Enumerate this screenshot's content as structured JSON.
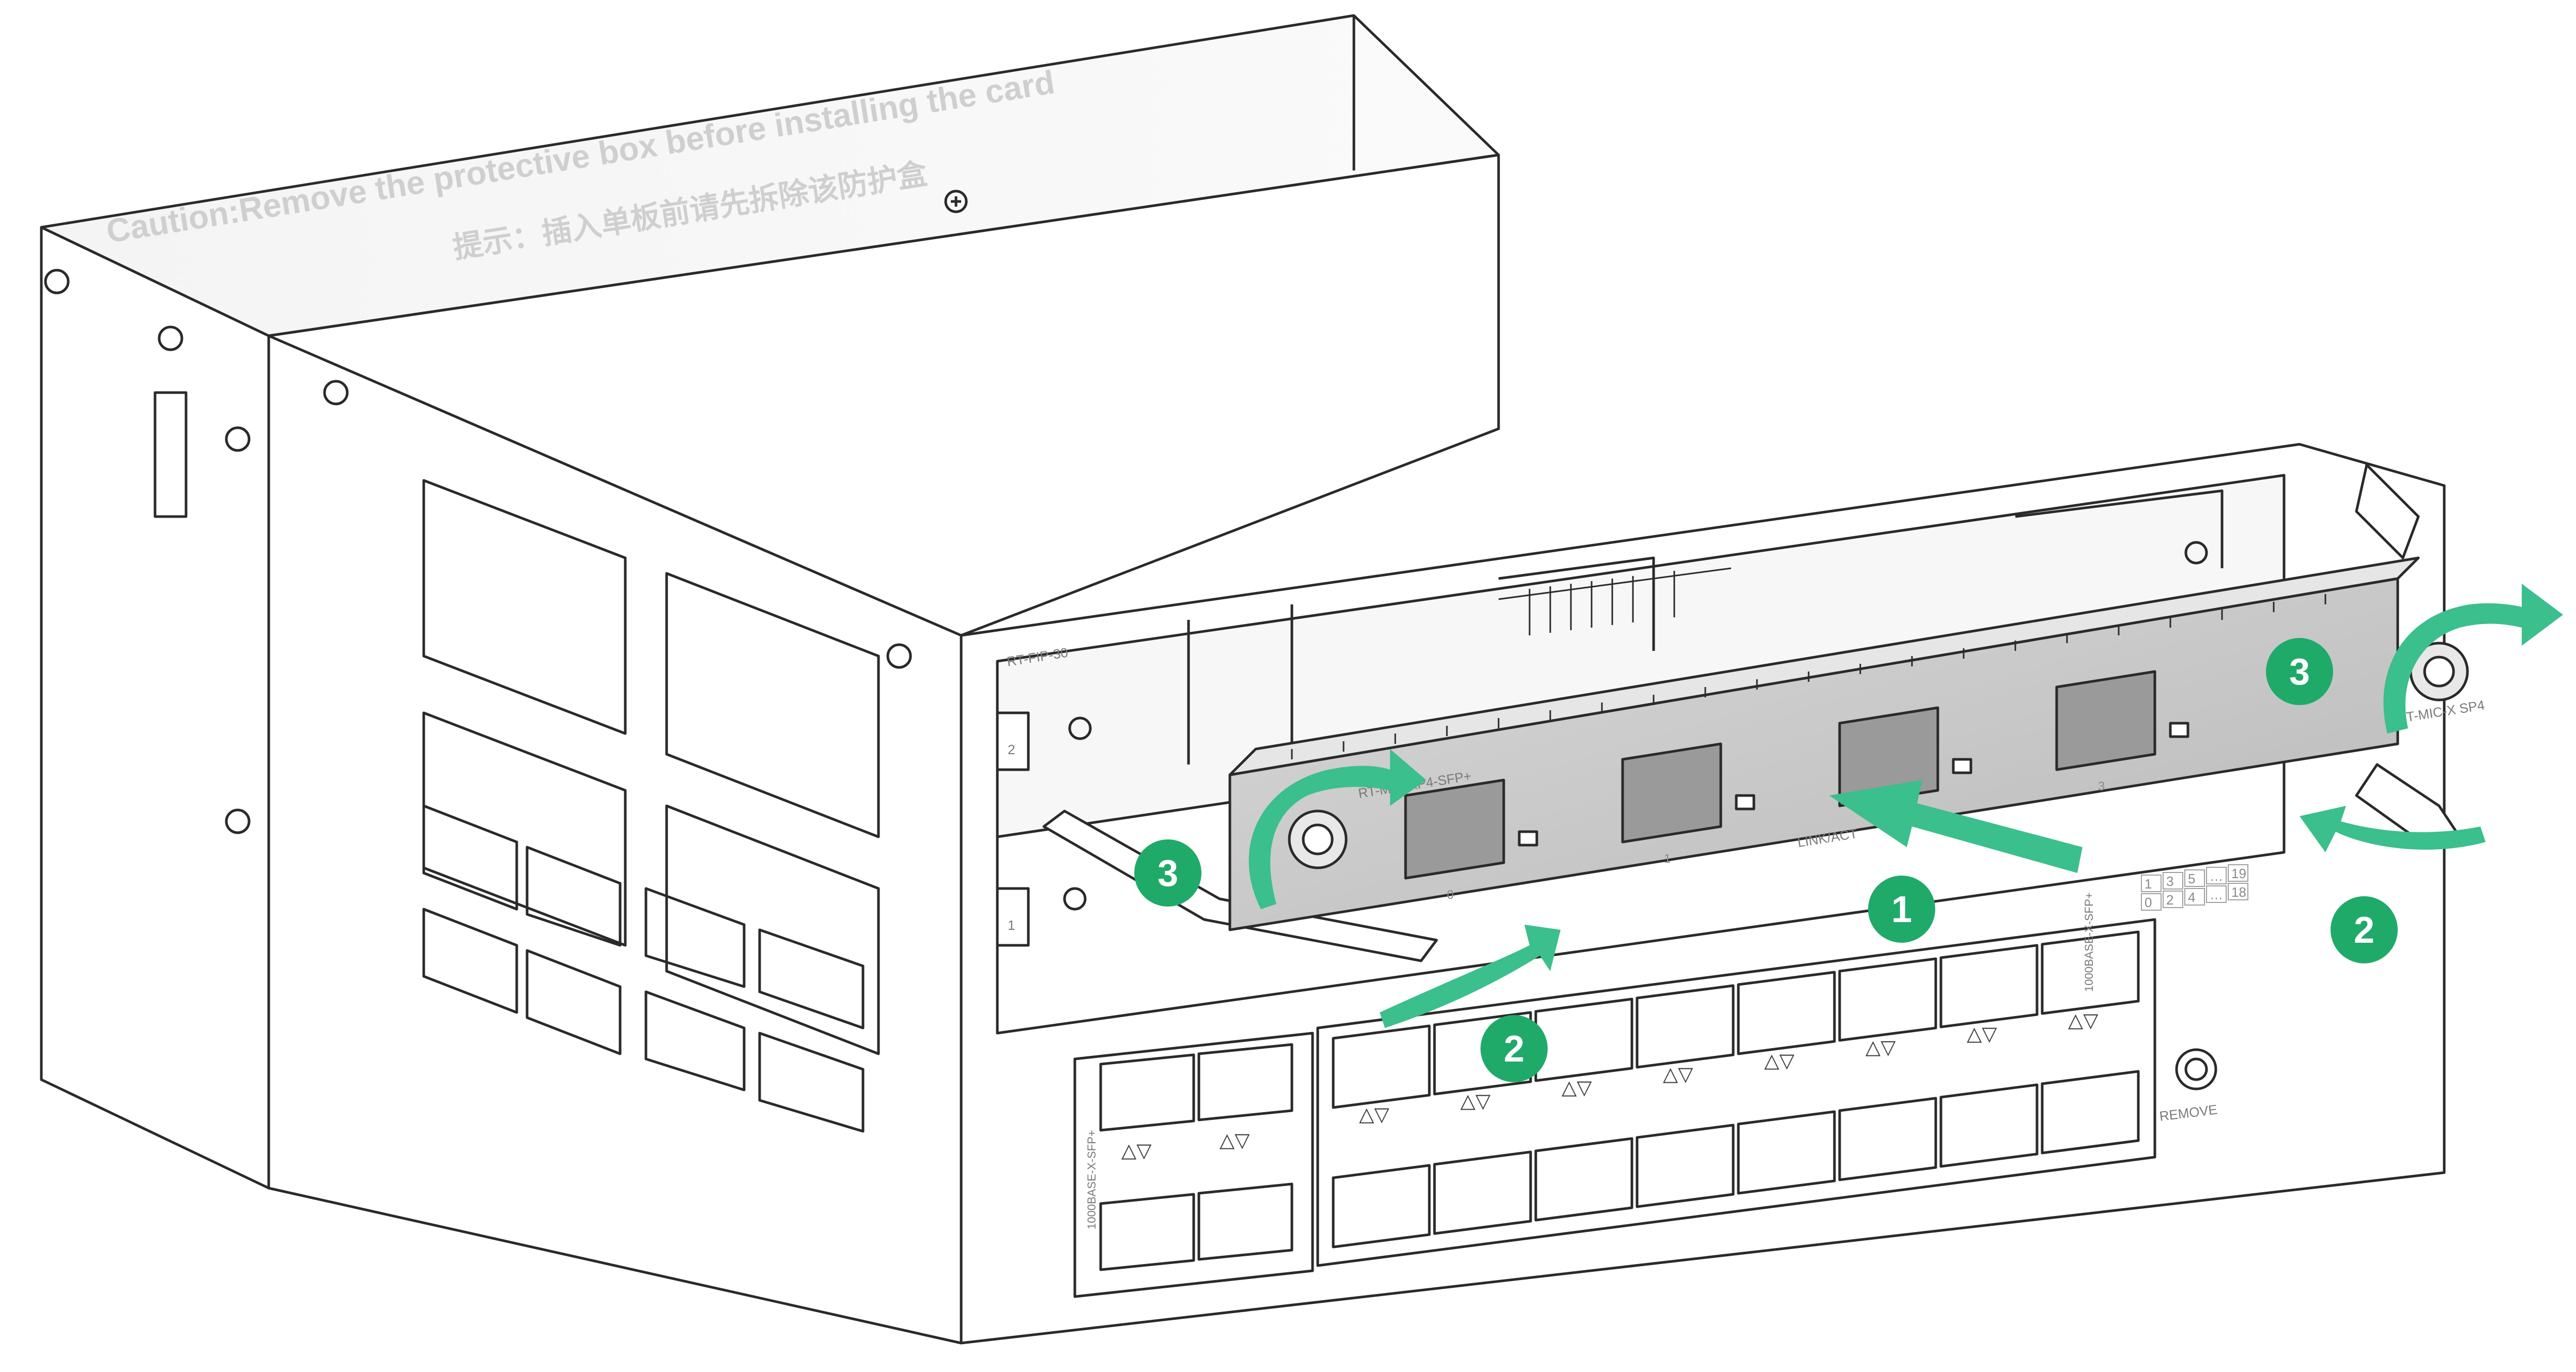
{
  "caution_banner": {
    "english": "Caution:Remove the protective box before installing the card",
    "chinese": "提示：插入单板前请先拆除该防护盒"
  },
  "carrier_label": "RT-FIP-30",
  "card": {
    "model_label": "RT-MIC-XP4-SFP+",
    "right_label": "RT-MIC-X SP4",
    "port_numbers": [
      "0",
      "1",
      "2",
      "3"
    ],
    "led_label": "LINK/ACT"
  },
  "slot_labels": [
    "2",
    "1"
  ],
  "front_panel": {
    "left_module_label": "1000BASE-X-SFP+",
    "right_module_label": "1000BASE-X-SFP+",
    "remove_label": "REMOVE",
    "legend_top": [
      "1",
      "3",
      "5",
      "…",
      "19"
    ],
    "legend_bottom": [
      "0",
      "2",
      "4",
      "…",
      "18"
    ],
    "ack_glyph": "△▽"
  },
  "steps": {
    "step1": "1",
    "step2": "2",
    "step3": "3"
  },
  "colors": {
    "step_badge": "#1faa6a",
    "arrow": "#3bbf8c",
    "line": "#2a2a2a",
    "card_face": "#c8c8c8"
  }
}
